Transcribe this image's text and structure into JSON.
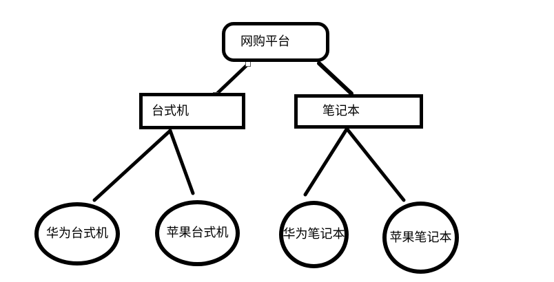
{
  "diagram": {
    "type": "tree",
    "background_color": "#ffffff",
    "stroke_color": "#000000",
    "text_color": "#000000",
    "nodes": {
      "root": {
        "label": "网购平台",
        "shape": "rounded-rectangle",
        "level": 1
      },
      "desktop": {
        "label": "台式机",
        "shape": "rectangle",
        "level": 2
      },
      "laptop": {
        "label": "笔记本",
        "shape": "rectangle",
        "level": 2
      },
      "huawei_desktop": {
        "label": "华为台式机",
        "shape": "ellipse",
        "level": 3
      },
      "apple_desktop": {
        "label": "苹果台式机",
        "shape": "ellipse",
        "level": 3
      },
      "huawei_laptop": {
        "label": "华为笔记本",
        "shape": "ellipse",
        "level": 3
      },
      "apple_laptop": {
        "label": "苹果笔记本",
        "shape": "ellipse",
        "level": 3
      }
    },
    "edges": [
      {
        "from": "root",
        "to": "desktop",
        "selected": true
      },
      {
        "from": "root",
        "to": "laptop",
        "selected": false
      },
      {
        "from": "desktop",
        "to": "huawei_desktop",
        "selected": false
      },
      {
        "from": "desktop",
        "to": "apple_desktop",
        "selected": false
      },
      {
        "from": "laptop",
        "to": "huawei_laptop",
        "selected": false
      },
      {
        "from": "laptop",
        "to": "apple_laptop",
        "selected": false
      }
    ]
  }
}
